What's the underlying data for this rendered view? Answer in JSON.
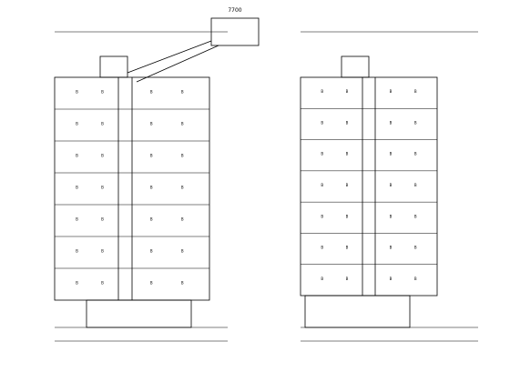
{
  "drawing": {
    "type": "electrical floor plan (CAD)",
    "line_color": "#000000",
    "background": "#ffffff",
    "plans": [
      {
        "id": "left-plan",
        "floors": 7,
        "rooms_per_side_per_floor": 2,
        "room_labels": [
          "B",
          "B",
          "B",
          "B",
          "B",
          "B",
          "B",
          "B",
          "B",
          "B",
          "B",
          "B",
          "B",
          "B",
          "B",
          "B",
          "B",
          "B",
          "B",
          "B",
          "B",
          "B",
          "B",
          "B",
          "B",
          "B",
          "B",
          "B"
        ]
      },
      {
        "id": "right-plan",
        "floors": 7,
        "rooms_per_side_per_floor": 2,
        "room_labels": [
          "B",
          "B",
          "B",
          "B",
          "B",
          "B",
          "B",
          "B",
          "B",
          "B",
          "B",
          "B",
          "B",
          "B",
          "B",
          "B",
          "B",
          "B",
          "B",
          "B",
          "B",
          "B",
          "B",
          "B",
          "B",
          "B",
          "B",
          "B"
        ]
      }
    ],
    "detail": {
      "label": "7700"
    }
  }
}
